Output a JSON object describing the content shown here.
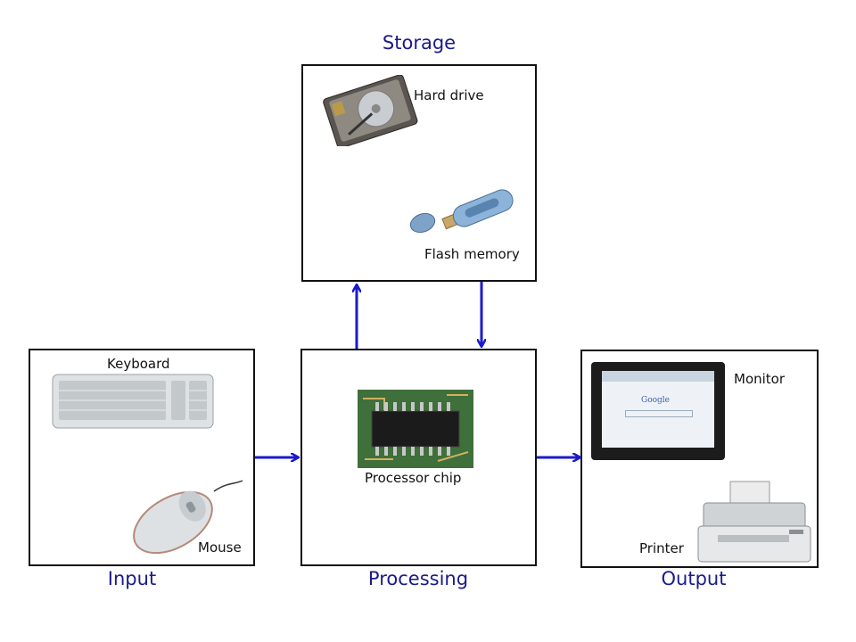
{
  "sections": {
    "storage": {
      "title": "Storage",
      "items": {
        "hard_drive": "Hard drive",
        "flash_memory": "Flash memory"
      }
    },
    "input": {
      "title": "Input",
      "items": {
        "keyboard": "Keyboard",
        "mouse": "Mouse"
      }
    },
    "processing": {
      "title": "Processing",
      "items": {
        "processor_chip": "Processor chip"
      }
    },
    "output": {
      "title": "Output",
      "items": {
        "monitor": "Monitor",
        "printer": "Printer"
      }
    }
  },
  "screen_text": "Google",
  "colors": {
    "arrow": "#1a1acc",
    "title": "#1a1a8c",
    "border": "#111111"
  },
  "icons": [
    "hard-drive-icon",
    "flash-drive-icon",
    "keyboard-icon",
    "mouse-icon",
    "processor-chip-icon",
    "monitor-icon",
    "printer-icon"
  ]
}
